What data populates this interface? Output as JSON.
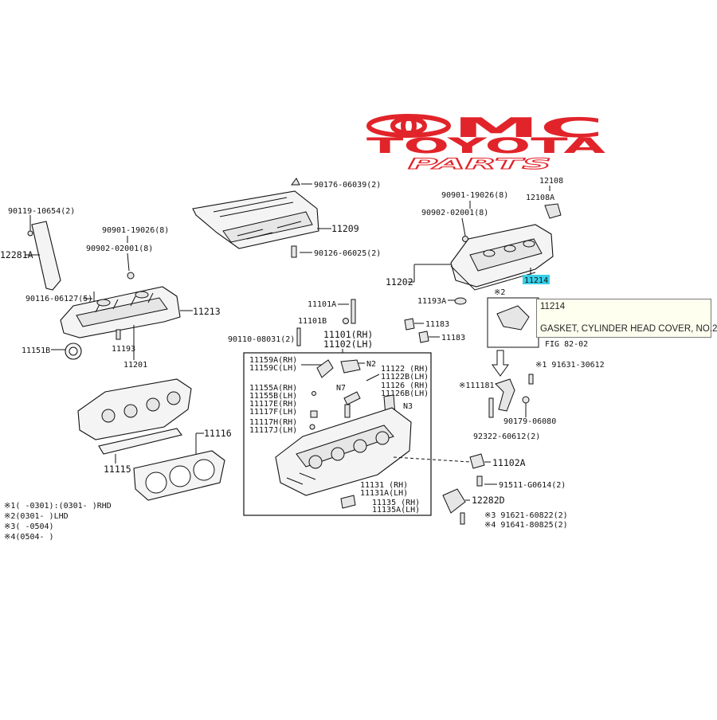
{
  "logo": {
    "brand_letters": "MC",
    "brand_name": "TOYOTA",
    "tagline": "PARTS",
    "color": "#e1242a"
  },
  "highlight": {
    "part_number": "11214",
    "color": "#38d0e8"
  },
  "tooltip": {
    "part_number": "11214",
    "description": "GASKET, CYLINDER HEAD COVER, NO.2"
  },
  "labels": {
    "p90119": "90119-10654(2)",
    "p12281A": "12281A",
    "p90901_l": "90901-19026(8)",
    "p90902_l": "90902-02001(8)",
    "p90116": "90116-06127(5)",
    "p11213": "11213",
    "p11151B": "11151B",
    "p11193": "11193",
    "p11201": "11201",
    "p90176": "90176-06039(2)",
    "p11209": "11209",
    "p90126": "90126-06025(2)",
    "p90901_r": "90901-19026(8)",
    "p90902_r": "90902-02001(8)",
    "p12108": "12108",
    "p12108A": "12108A",
    "p11202": "11202",
    "p11214": "11214",
    "p11193A": "11193A",
    "p11183a": "11183",
    "p11183b": "11183",
    "p11101A": "11101A",
    "p11101B": "11101B",
    "p90110": "90110-08031(2)",
    "p11101_rh": "11101(RH)",
    "p11102_lh": "11102(LH)",
    "p11159A": "11159A(RH)",
    "p11159C": "11159C(LH)",
    "pN2": "N2",
    "p11122": "11122 (RH)",
    "p11122B": "11122B(LH)",
    "p11126": "11126 (RH)",
    "p11126B": "11126B(LH)",
    "p11155A": "11155A(RH)",
    "p11155B": "11155B(LH)",
    "pN7": "N7",
    "pN3": "N3",
    "p11117E": "11117E(RH)",
    "p11117F": "11117F(LH)",
    "p11117H": "11117H(RH)",
    "p11117J": "11117J(LH)",
    "p11116": "11116",
    "p11115": "11115",
    "p11131": "11131 (RH)",
    "p11131A": "11131A(LH)",
    "p11135": "11135 (RH)",
    "p11135A": "11135A(LH)",
    "pX2": "※2",
    "pFig": "FIG 82-02",
    "p91631": "※1 91631-30612",
    "p11181": "※111181",
    "p90179": "90179-06080",
    "p92322": "92322-60612(2)",
    "p11102A": "11102A",
    "p91511": "91511-G0614(2)",
    "p12282D": "12282D",
    "p91621": "※3 91621-60822(2)",
    "p91641": "※4 91641-80825(2)"
  },
  "footnotes": [
    "※1(    -0301):(0301-     )RHD",
    "※2(0301-     )LHD",
    "※3(  -0504)",
    "※4(0504-   )"
  ]
}
